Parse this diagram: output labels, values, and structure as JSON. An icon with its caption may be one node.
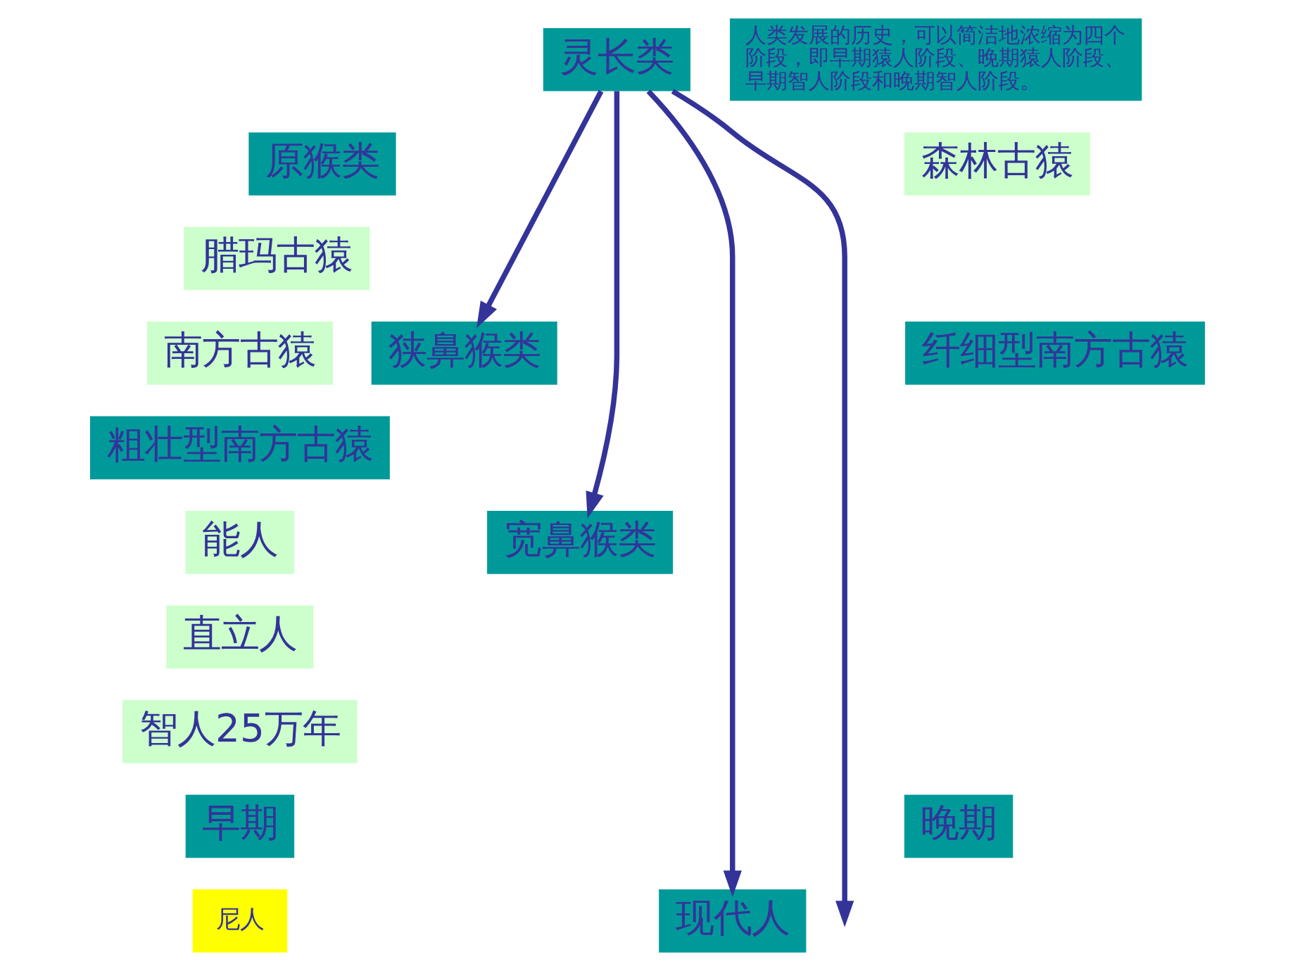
{
  "diagram": {
    "nodes": [
      {
        "text": [
          "灵长类"
        ]
      },
      {
        "text": [
          "森林古猿"
        ]
      },
      {
        "text": [
          "人类发展的历史，可以简洁地浓缩为四个阶段，即早期猿人阶段、晚期猿人阶段、早期智人阶段和晚期智人阶段。"
        ]
      },
      {
        "text": [
          "原猴类"
        ]
      },
      {
        "text": [
          "腊玛古猿"
        ]
      },
      {
        "text": [
          "南方古猿"
        ]
      },
      {
        "text": [
          "纤细型南方古猿"
        ]
      },
      {
        "text": [
          "狭鼻猴类"
        ]
      },
      {
        "text": [
          "粗壮型南方古猿"
        ]
      },
      {
        "text": [
          "能人"
        ]
      },
      {
        "text": [
          "宽鼻猴类"
        ]
      },
      {
        "text": [
          "直立人"
        ]
      },
      {
        "text": [
          "智人25万年"
        ]
      },
      {
        "text": [
          "早期"
        ]
      },
      {
        "text": [
          "晚期"
        ]
      },
      {
        "text": [
          "尼人"
        ]
      },
      {
        "text": [
          "现代人"
        ]
      }
    ],
    "edges": [
      {
        "from": 0,
        "to": 7,
        "arrow": "to"
      },
      {
        "from": 0,
        "to": 10,
        "arrow": "to"
      },
      {
        "from": 0,
        "to": null,
        "arrow": "to"
      },
      {
        "from": 0,
        "to": 16,
        "arrow": "to"
      }
    ]
  }
}
